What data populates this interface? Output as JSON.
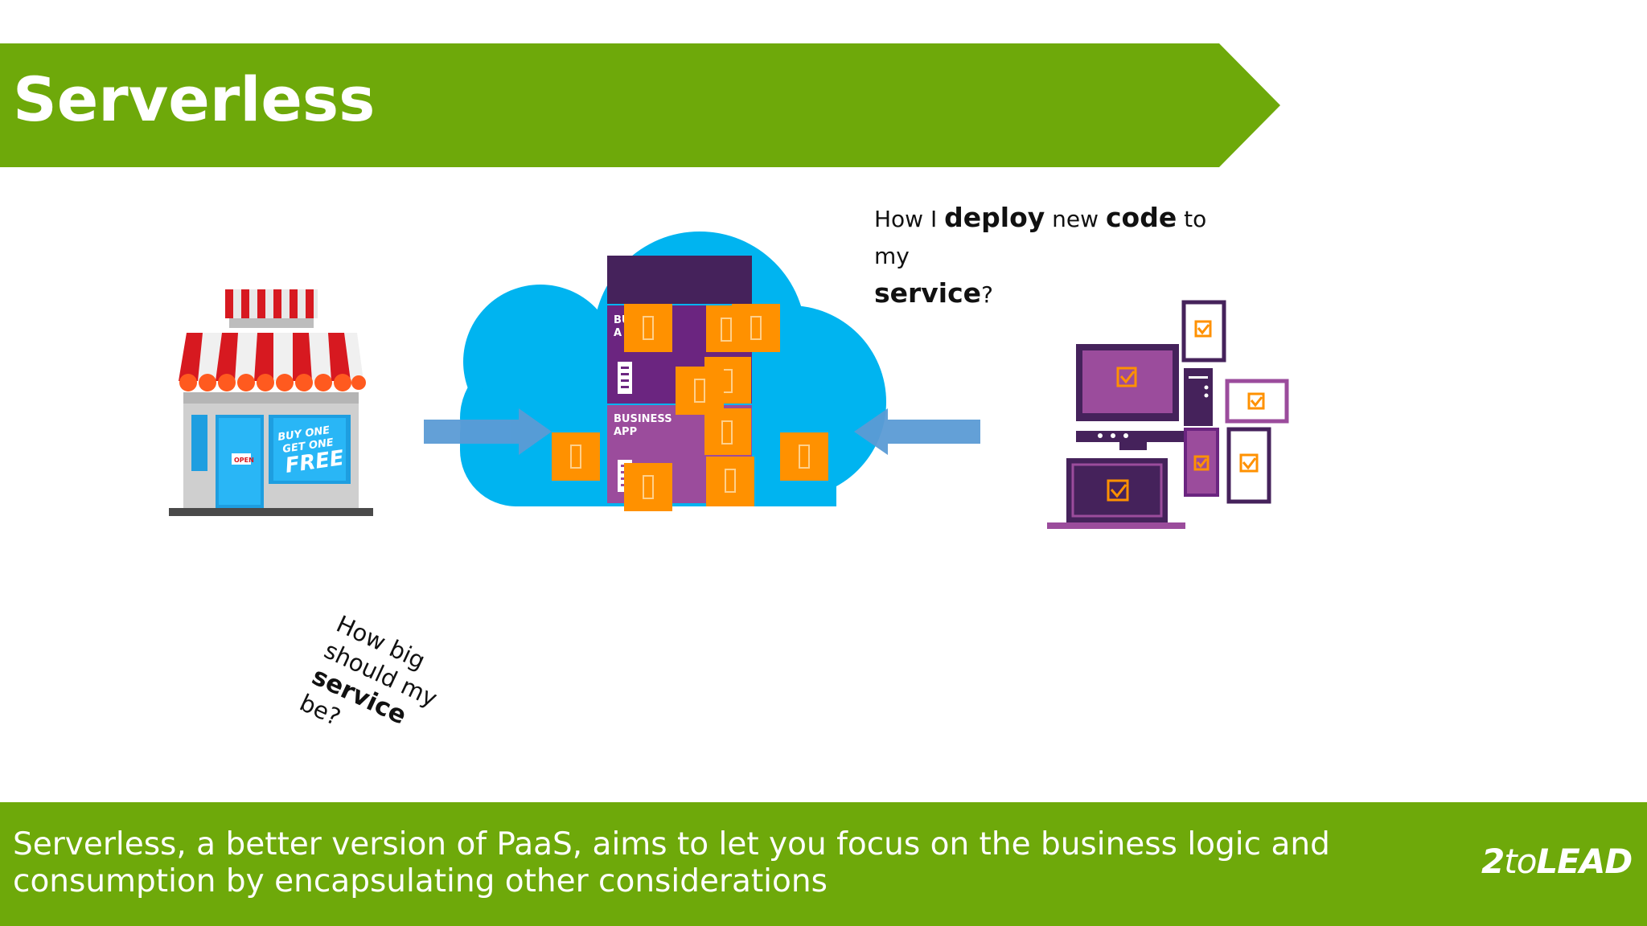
{
  "slide": {
    "title": "Serverless",
    "deploy_question": {
      "part1": "How I ",
      "bold1": "deploy",
      "part2": " new ",
      "bold2": "code",
      "part3": " to my",
      "bold3": "service",
      "part4": "?"
    },
    "size_question": {
      "line1": "How big",
      "line2": "should my",
      "bold": "service",
      "line4": "be?"
    },
    "store": {
      "sign_line1": "BUY ONE",
      "sign_line2": "GET ONE",
      "sign_line3": "FREE",
      "door_sign": "OPEN"
    },
    "cloud": {
      "app_label_1a": "BU",
      "app_label_1b": "A",
      "app_label_2a": "BUSINESS",
      "app_label_2b": "APP"
    },
    "footer_line1": "Serverless, a better version of PaaS, aims to let you focus on the business logic and",
    "footer_line2": "consumption by encapsulating other considerations",
    "logo": {
      "num": "2",
      "to": "to",
      "lead": "LEAD"
    }
  },
  "colors": {
    "green": "#6ea90a",
    "cloud": "#00b4f0",
    "orange": "#ff9100",
    "purple_dark": "#45225b",
    "purple": "#6b2580",
    "purple_light": "#9b4c9c",
    "arrow": "#5b9bd5"
  }
}
